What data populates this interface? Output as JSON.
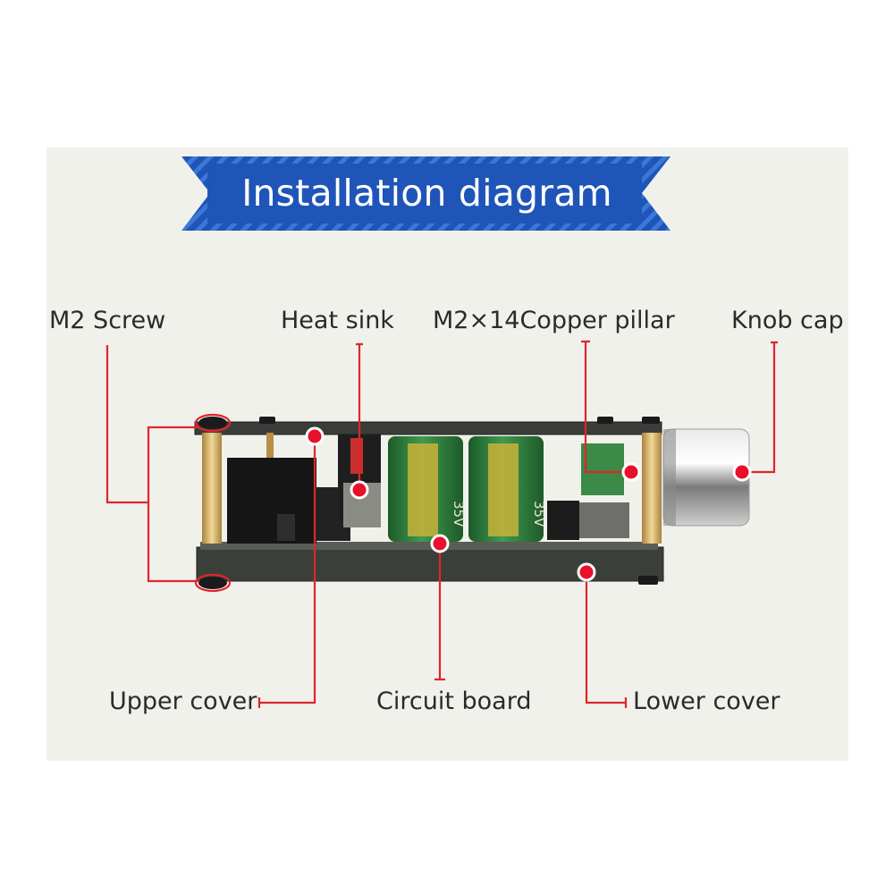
{
  "title": "Installation diagram",
  "labels": {
    "m2_screw": "M2 Screw",
    "heat_sink": "Heat sink",
    "copper_pillar": "M2×14Copper pillar",
    "knob_cap": "Knob cap",
    "upper_cover": "Upper cover",
    "circuit_board": "Circuit board",
    "lower_cover": "Lower cover"
  },
  "capacitor_marking": "35V",
  "colors": {
    "banner": "#1f55b8",
    "banner_stripe": "#3a78d8",
    "leader_line": "#e0252b",
    "marker_dot": "#e8102a",
    "capacitor": "#2f7d3c",
    "capacitor_band": "#c9b23a",
    "pcb": "#3b3f39",
    "pillar": "#d8b46a"
  }
}
